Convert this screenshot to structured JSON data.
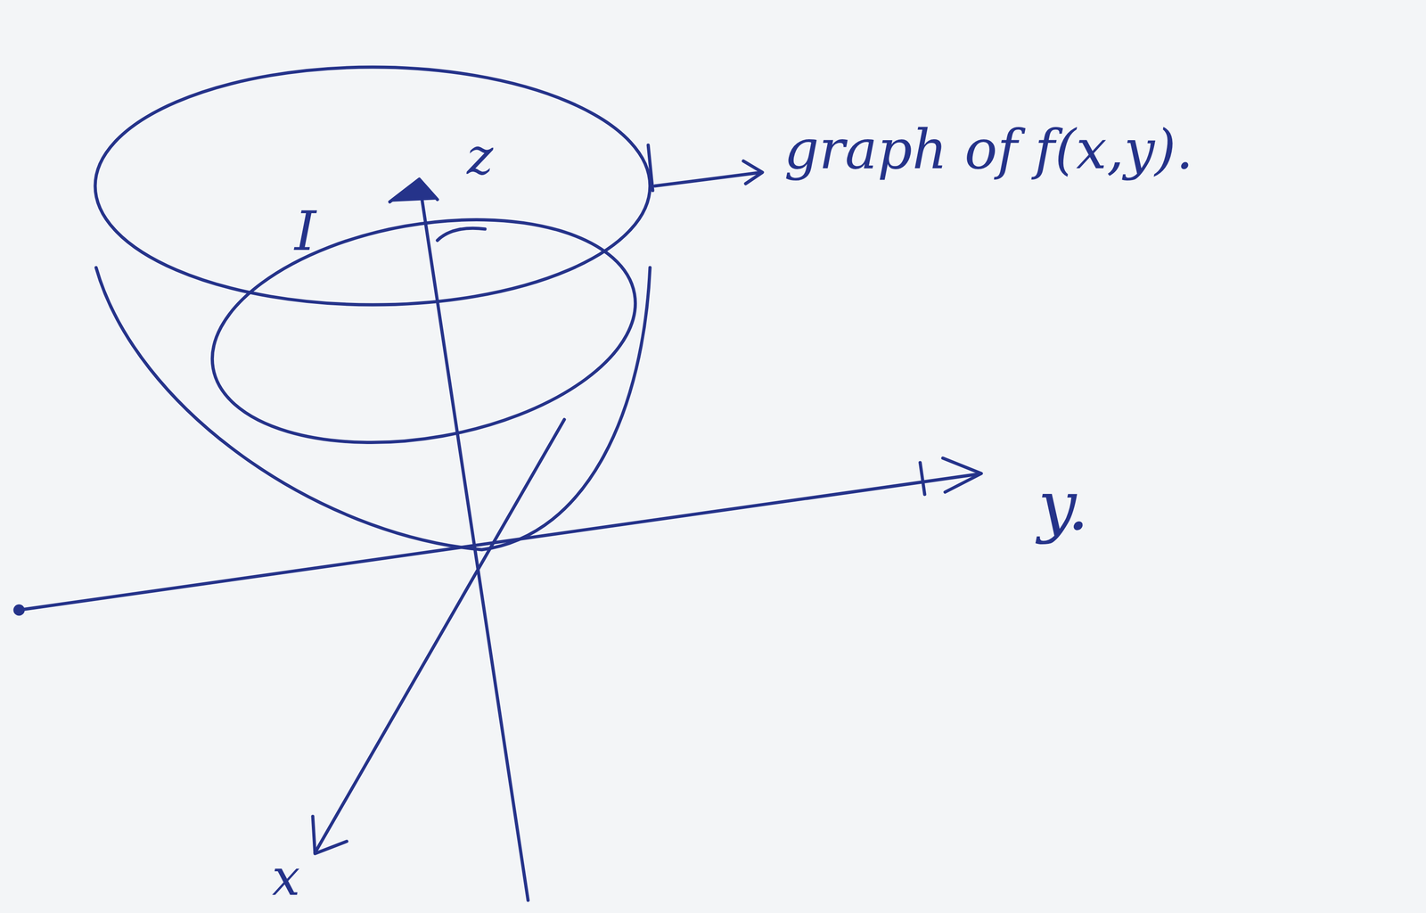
{
  "diagram": {
    "labels": [
      "I",
      "z",
      "graph of f(x,y).",
      "y.",
      "x"
    ]
  }
}
